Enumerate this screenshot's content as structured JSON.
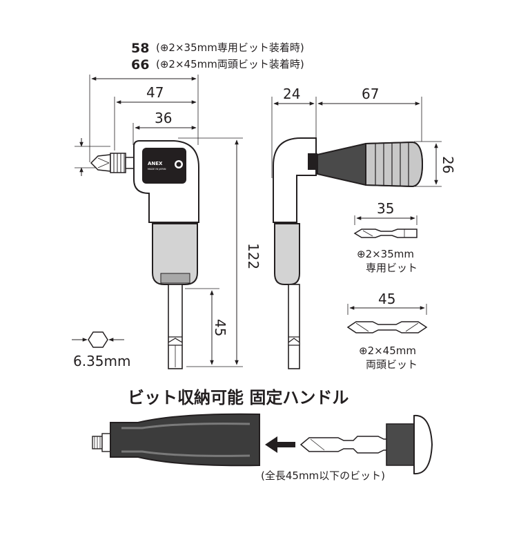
{
  "dimensions_top": {
    "line1_value": "58",
    "line1_note": "(⊕2×35mm専用ビット装着時)",
    "line2_value": "66",
    "line2_note": "(⊕2×45mm両頭ビット装着時)",
    "d47": "47",
    "d36": "36",
    "d122": "122",
    "d45_shank": "45",
    "hex_size": "6.35mm"
  },
  "side_view": {
    "d24": "24",
    "d67": "67",
    "d26": "26"
  },
  "bit_35": {
    "length": "35",
    "spec": "⊕2×35mm",
    "type": "専用ビット"
  },
  "bit_45": {
    "length": "45",
    "spec": "⊕2×45mm",
    "type": "両頭ビット"
  },
  "brand": {
    "name": "ANEX",
    "made_in": "MADE IN JAPAN"
  },
  "storage": {
    "headline": "ビット収納可能 固定ハンドル",
    "note": "(全長45mm以下のビット)"
  }
}
